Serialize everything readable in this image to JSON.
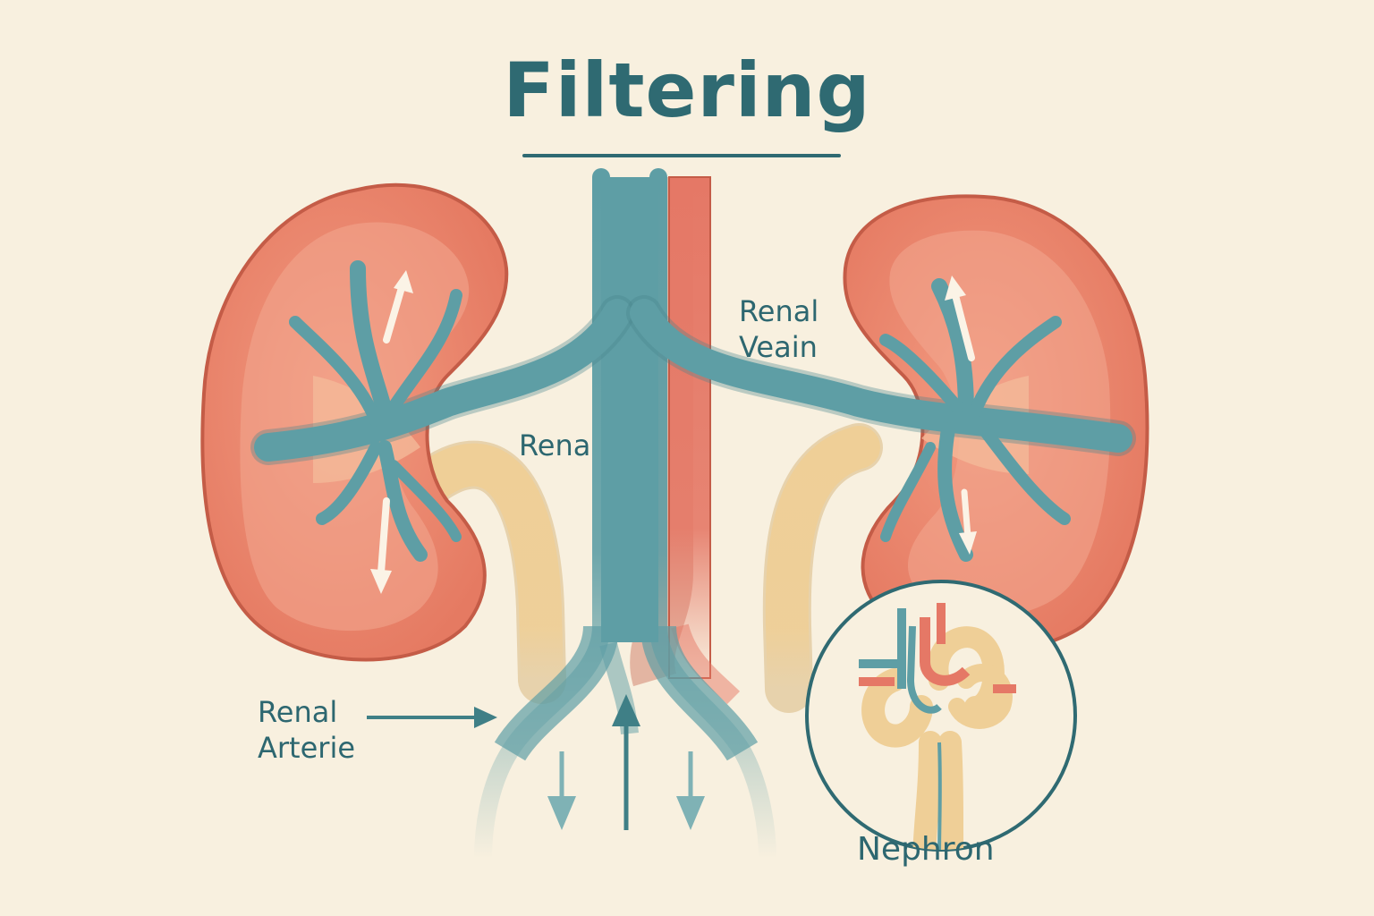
{
  "title": "Filtering",
  "labels": {
    "renal_vein": [
      "Renal",
      "Veain"
    ],
    "rena": "Rena",
    "renal_arterie": [
      "Renal",
      "Arterie"
    ],
    "nephron": "Nephron"
  },
  "colors": {
    "background": "#f8f0df",
    "title": "#2f6a72",
    "kidney": "#e9826b",
    "kidney_outline": "#c45c47",
    "vein": "#5e9ea5",
    "artery": "#e57866",
    "ureter": "#efcf97",
    "label": "#2d6770"
  },
  "icons": [
    "flow-arrow-up-icon",
    "flow-arrow-down-icon",
    "pointer-arrow-icon"
  ]
}
